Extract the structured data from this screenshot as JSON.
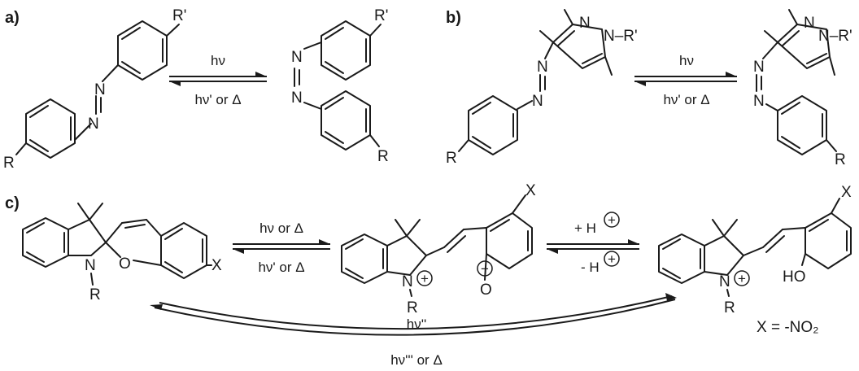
{
  "panels": {
    "a": "a)",
    "b": "b)",
    "c": "c)"
  },
  "atoms": {
    "N": "N",
    "O": "O",
    "R": "R",
    "R_prime": "R'",
    "N_R_prime": "N–R'",
    "X": "X",
    "HO": "HO"
  },
  "conditions": {
    "a_forward": "hν",
    "a_reverse": "hν' or Δ",
    "b_forward": "hν",
    "b_reverse": "hν' or Δ",
    "c1_forward": "hν or Δ",
    "c1_reverse": "hν' or Δ",
    "c2_forward": "+ H",
    "c2_reverse": "- H",
    "c3_forward": "hν''",
    "c3_reverse": "hν''' or Δ"
  },
  "charges": {
    "plus": "+",
    "minus": "−"
  },
  "note": "X = -NO₂"
}
